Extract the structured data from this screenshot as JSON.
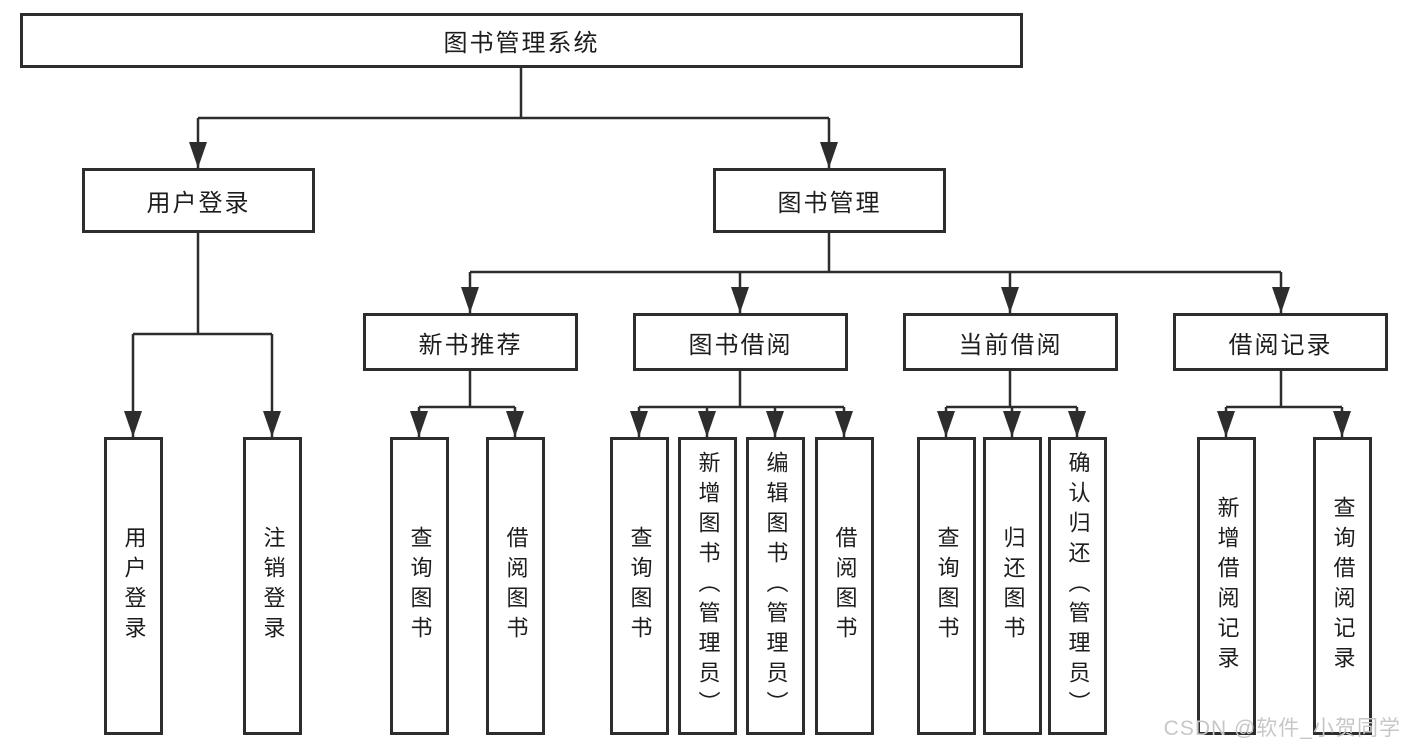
{
  "colors": {
    "line": "#2d2d2d",
    "box_border": "#2d2d2d",
    "text": "#1d1d1d",
    "background": "#ffffff",
    "watermark": "#c7c7ca"
  },
  "watermark": {
    "text": "CSDN @软件_小贺同学"
  },
  "tree": {
    "label": "图书管理系统",
    "children": [
      {
        "label": "用户登录",
        "children": [
          {
            "label": "用户登录"
          },
          {
            "label": "注销登录"
          }
        ]
      },
      {
        "label": "图书管理",
        "children": [
          {
            "label": "新书推荐",
            "children": [
              {
                "label": "查询图书"
              },
              {
                "label": "借阅图书"
              }
            ]
          },
          {
            "label": "图书借阅",
            "children": [
              {
                "label": "查询图书"
              },
              {
                "label": "新增图书（管理员）"
              },
              {
                "label": "编辑图书（管理员）"
              },
              {
                "label": "借阅图书"
              }
            ]
          },
          {
            "label": "当前借阅",
            "children": [
              {
                "label": "查询图书"
              },
              {
                "label": "归还图书"
              },
              {
                "label": "确认归还（管理员）"
              }
            ]
          },
          {
            "label": "借阅记录",
            "children": [
              {
                "label": "新增借阅记录"
              },
              {
                "label": "查询借阅记录"
              }
            ]
          }
        ]
      }
    ]
  }
}
